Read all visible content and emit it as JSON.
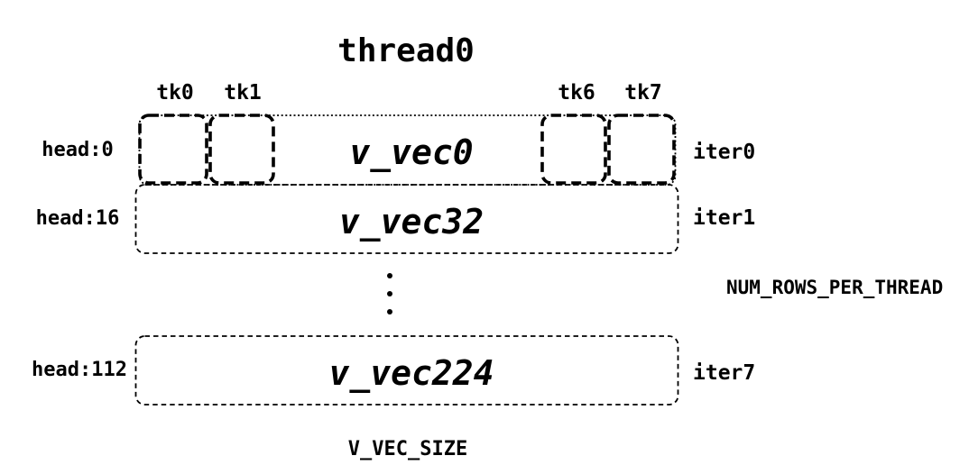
{
  "title": "thread0",
  "colors": {
    "ink": "#000000",
    "background": "#ffffff"
  },
  "tk_labels": [
    "tk0",
    "tk1",
    "tk6",
    "tk7"
  ],
  "rows": [
    {
      "head": "head:0",
      "vec": "v_vec0",
      "iter": "iter0"
    },
    {
      "head": "head:16",
      "vec": "v_vec32",
      "iter": "iter1"
    },
    {
      "head": "head:112",
      "vec": "v_vec224",
      "iter": "iter7"
    }
  ],
  "annotations": {
    "num_rows_per_thread": "NUM_ROWS_PER_THREAD",
    "v_vec_size": "V_VEC_SIZE"
  }
}
